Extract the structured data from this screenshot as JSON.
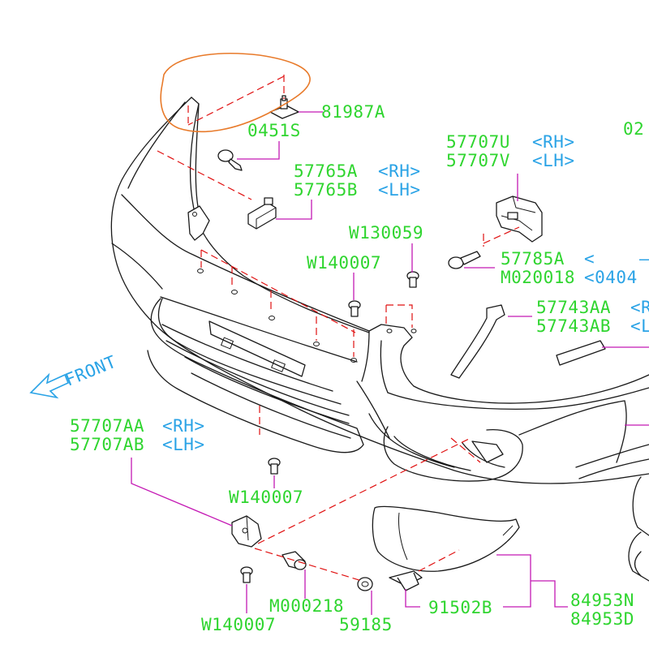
{
  "labels": {
    "p81987A": "81987A",
    "p0451S": "0451S",
    "p02": "02",
    "p57707U": "57707U",
    "rh": "<RH>",
    "p57707V": "57707V",
    "lh": "<LH>",
    "p57765A": "57765A",
    "p57765B": "57765B",
    "pW130059": "W130059",
    "pW140007_top": "W140007",
    "p57785A": "57785A",
    "paren_open": "<",
    "dash_hint": "—",
    "pM020018": "M020018",
    "p0404": "<0404",
    "p57743AA": "57743AA",
    "r_trunc": "<R",
    "p57743AB": "57743AB",
    "l_trunc": "<L",
    "front": "FRONT",
    "p57707AA": "57707AA",
    "p57707AB": "57707AB",
    "pW140007_mid": "W140007",
    "pM000218": "M000218",
    "pW140007_bot": "W140007",
    "p59185": "59185",
    "p91502B": "91502B",
    "p84953N": "84953N",
    "p84953D": "84953D"
  },
  "colors": {
    "part_number": "#2fd52f",
    "side_tag": "#2aa3e6",
    "leader": "#c419b4",
    "hidden_line": "#e01010",
    "highlight_circle": "#e87a2a",
    "line_art": "#1a1a1a"
  }
}
